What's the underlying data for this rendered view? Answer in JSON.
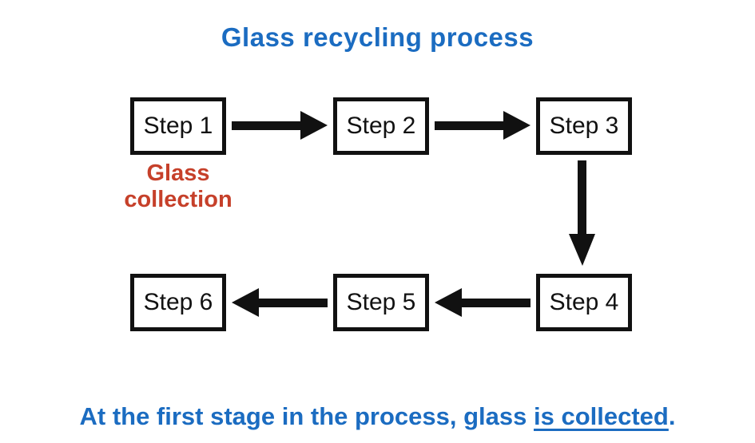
{
  "title": {
    "text": "Glass recycling process"
  },
  "colors": {
    "accent_blue": "#1b6cc1",
    "accent_red": "#c6402a",
    "ink": "#111111"
  },
  "diagram": {
    "type": "flowchart",
    "flow_order": [
      "Step 1",
      "Step 2",
      "Step 3",
      "Step 4",
      "Step 5",
      "Step 6"
    ],
    "steps": [
      {
        "label": "Step 1",
        "note": "Glass collection"
      },
      {
        "label": "Step 2"
      },
      {
        "label": "Step 3"
      },
      {
        "label": "Step 4"
      },
      {
        "label": "Step 5"
      },
      {
        "label": "Step 6"
      }
    ],
    "note_lines": [
      "Glass",
      "collection"
    ]
  },
  "caption": {
    "prefix": "At the first stage in the process, glass ",
    "underlined": "is collected",
    "suffix": "."
  }
}
